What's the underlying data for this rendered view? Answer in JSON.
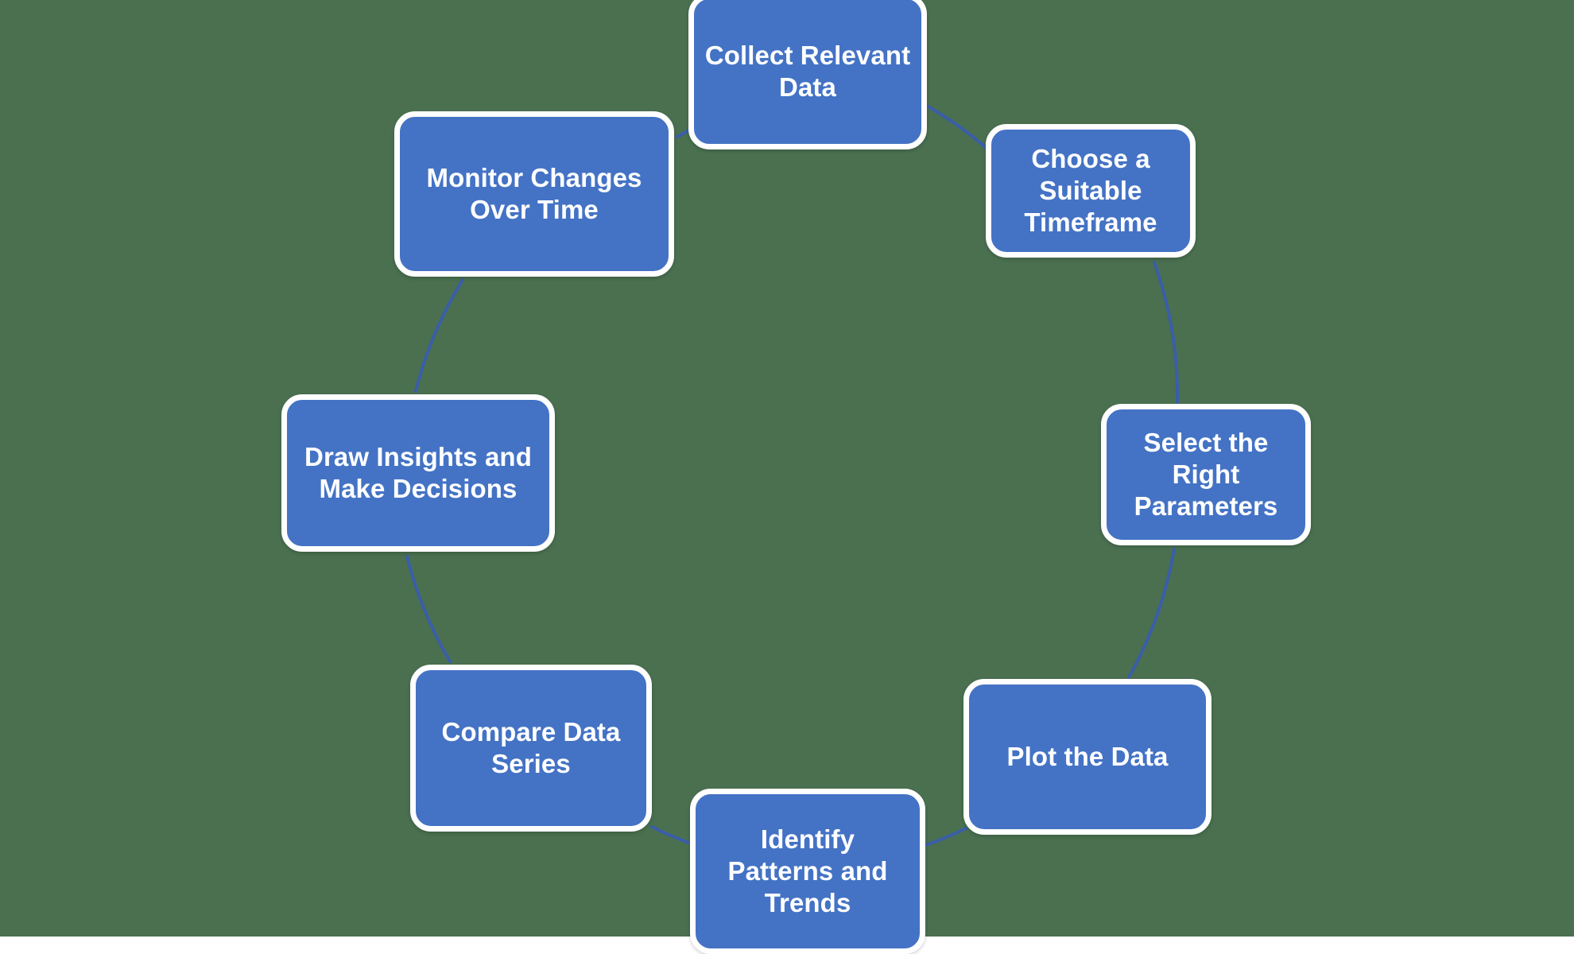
{
  "diagram": {
    "type": "circular-process-cycle",
    "title": "",
    "background_color": "#4A7050",
    "node_fill_color": "#4473C5",
    "node_border_color": "#FFFFFF",
    "node_text_color": "#FFFFFF",
    "connector_color": "#3A5EA8",
    "step_count": 8,
    "direction": "clockwise",
    "steps": [
      {
        "id": "collect-relevant-data",
        "order": 1,
        "label": "Collect Relevant\nData",
        "position": "top"
      },
      {
        "id": "choose-a-suitable-timeframe",
        "order": 2,
        "label": "Choose a\nSuitable\nTimeframe",
        "position": "top-right"
      },
      {
        "id": "select-the-right-parameters",
        "order": 3,
        "label": "Select the\nRight\nParameters",
        "position": "right"
      },
      {
        "id": "plot-the-data",
        "order": 4,
        "label": "Plot the Data",
        "position": "bottom-right"
      },
      {
        "id": "identify-patterns-and-trends",
        "order": 5,
        "label": "Identify\nPatterns and\nTrends",
        "position": "bottom"
      },
      {
        "id": "compare-data-series",
        "order": 6,
        "label": "Compare Data\nSeries",
        "position": "bottom-left"
      },
      {
        "id": "draw-insights-and-make-decisions",
        "order": 7,
        "label": "Draw Insights and\nMake Decisions",
        "position": "left"
      },
      {
        "id": "monitor-changes-over-time",
        "order": 8,
        "label": "Monitor Changes\nOver Time",
        "position": "top-left"
      }
    ],
    "connectors": [
      {
        "from": "collect-relevant-data",
        "to": "choose-a-suitable-timeframe"
      },
      {
        "from": "choose-a-suitable-timeframe",
        "to": "select-the-right-parameters"
      },
      {
        "from": "select-the-right-parameters",
        "to": "plot-the-data"
      },
      {
        "from": "plot-the-data",
        "to": "identify-patterns-and-trends"
      },
      {
        "from": "identify-patterns-and-trends",
        "to": "compare-data-series"
      },
      {
        "from": "compare-data-series",
        "to": "draw-insights-and-make-decisions"
      },
      {
        "from": "draw-insights-and-make-decisions",
        "to": "monitor-changes-over-time"
      },
      {
        "from": "monitor-changes-over-time",
        "to": "collect-relevant-data"
      }
    ]
  }
}
